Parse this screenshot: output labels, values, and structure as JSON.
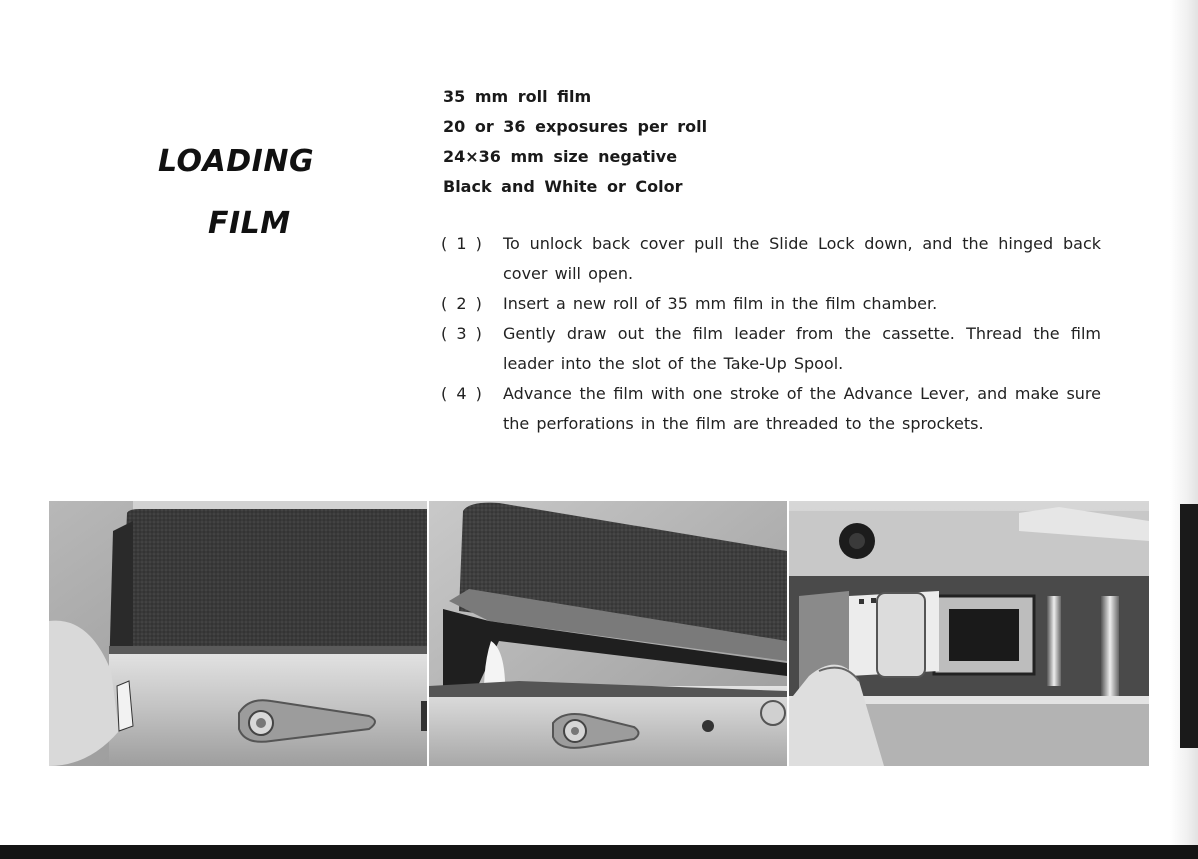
{
  "title": {
    "line1": "LOADING",
    "line2": "FILM"
  },
  "specs": [
    "35 mm roll film",
    "20 or 36 exposures per roll",
    "24×36 mm size negative",
    "Black and White or Color"
  ],
  "steps": [
    {
      "number": "( 1 )",
      "text": "To unlock back cover pull the Slide Lock down, and the hinged back cover will open."
    },
    {
      "number": "( 2 )",
      "text": "Insert a new roll of 35 mm film in the film chamber."
    },
    {
      "number": "( 3 )",
      "text": "Gently draw out the film leader from the cassette. Thread the film leader into the slot of the Take-Up Spool."
    },
    {
      "number": "( 4 )",
      "text": "Advance the film with one stroke of the Advance Lever, and make sure the perforations in the film are threaded to the sprockets."
    }
  ],
  "photos": [
    {
      "subject": "camera-back-slide-lock"
    },
    {
      "subject": "back-cover-opening"
    },
    {
      "subject": "film-chamber-loading"
    }
  ]
}
